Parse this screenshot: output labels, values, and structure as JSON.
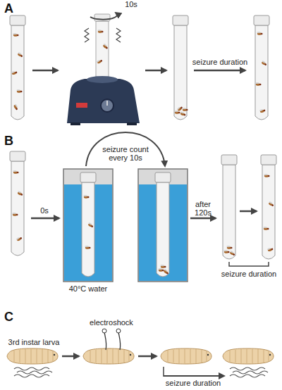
{
  "diagram": {
    "labels": [
      "A",
      "10s",
      "seizure duration",
      "B",
      "seizure count every 10s",
      "0s",
      "40°C water",
      "after 120s",
      "seizure duration",
      "C",
      "3rd instar larva",
      "electroshock",
      "seizure duration"
    ]
  }
}
